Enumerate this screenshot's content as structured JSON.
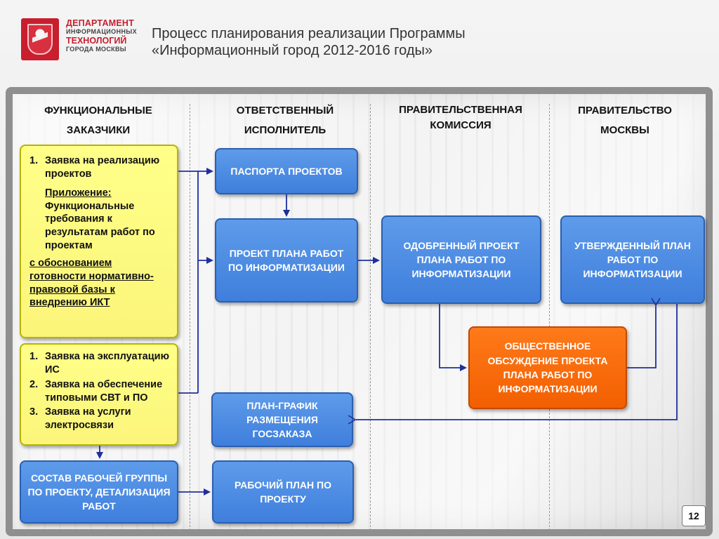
{
  "logo": {
    "line1": "ДЕПАРТАМЕНТ",
    "line2": "ИНФОРМАЦИОННЫХ",
    "line3": "ТЕХНОЛОГИЙ",
    "line4": "ГОРОДА МОСКВЫ"
  },
  "title": {
    "line1": "Процесс планирования реализации Программы",
    "line2": "«Информационный город 2012-2016 годы»"
  },
  "columns": {
    "c1": {
      "line1": "ФУНКЦИОНАЛЬНЫЕ",
      "line2": "ЗАКАЗЧИКИ"
    },
    "c2": {
      "line1": "ОТВЕТСТВЕННЫЙ",
      "line2": "ИСПОЛНИТЕЛЬ"
    },
    "c3": {
      "line1": "ПРАВИТЕЛЬСТВЕННАЯ",
      "line2": "КОМИССИЯ"
    },
    "c4": {
      "line1": "ПРАВИТЕЛЬСТВО",
      "line2": "МОСКВЫ"
    }
  },
  "yellow1": {
    "num": "1.",
    "item": "Заявка на реализацию проектов",
    "appendix_label": "Приложение:",
    "appendix_text": "Функциональные требования к результатам работ по проектам",
    "justification": "с обоснованием готовности нормативно-правовой базы к внедрению ИКТ"
  },
  "yellow2": {
    "items": [
      {
        "num": "1.",
        "text": "Заявка на эксплуатацию ИС"
      },
      {
        "num": "2.",
        "text": "Заявка на обеспечение типовыми СВТ и ПО"
      },
      {
        "num": "3.",
        "text": "Заявка на услуги электросвязи"
      }
    ]
  },
  "boxes": {
    "passports": "ПАСПОРТА ПРОЕКТОВ",
    "draft_plan": "ПРОЕКТ ПЛАНА РАБОТ ПО ИНФОРМАТИЗАЦИИ",
    "approved_draft": "ОДОБРЕННЫЙ ПРОЕКТ ПЛАНА РАБОТ ПО ИНФОРМАТИЗАЦИИ",
    "approved_plan": "УТВЕРЖДЕННЫЙ ПЛАН РАБОТ ПО ИНФОРМАТИЗАЦИИ",
    "public_discussion": "ОБЩЕСТВЕННОЕ ОБСУЖДЕНИЕ ПРОЕКТА ПЛАНА РАБОТ ПО ИНФОРМАТИЗАЦИИ",
    "procurement_schedule": "ПЛАН-ГРАФИК РАЗМЕЩЕНИЯ ГОСЗАКАЗА",
    "working_group": "СОСТАВ РАБОЧЕЙ ГРУППЫ ПО ПРОЕКТУ, ДЕТАЛИЗАЦИЯ РАБОТ",
    "work_plan": "РАБОЧИЙ ПЛАН ПО ПРОЕКТУ"
  },
  "page_number": "12",
  "colors": {
    "blue_box": "#4a88e2",
    "orange_box": "#f56a06",
    "yellow_box": "#fbf57a",
    "arrow": "#1f2f9c",
    "brand_red": "#c81e2e"
  }
}
